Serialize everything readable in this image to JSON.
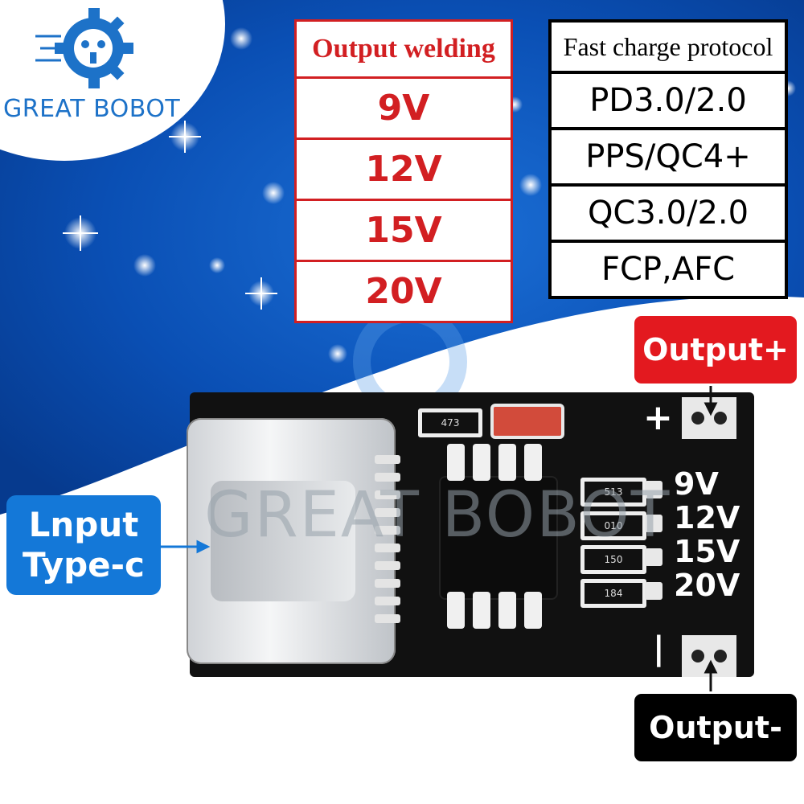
{
  "brand": {
    "name": "GREAT BOBOT",
    "logo_icon": "gear-robot-icon",
    "watermark": "GREAT BOBOT",
    "color": "#1d72c8"
  },
  "welding_table": {
    "header": "Output  welding",
    "voltages": [
      "9V",
      "12V",
      "15V",
      "20V"
    ],
    "color": "#d21f22"
  },
  "protocol_table": {
    "header": "Fast charge protocol",
    "protocols": [
      "PD3.0/2.0",
      "PPS/QC4+",
      "QC3.0/2.0",
      "FCP,AFC"
    ]
  },
  "callouts": {
    "output_plus": "Output+",
    "output_minus": "Output-",
    "input_line1": "Lnput",
    "input_line2": "Type-c"
  },
  "board": {
    "plus_mark": "+",
    "minus_mark": "|",
    "voltage_labels": [
      "9V",
      "12V",
      "15V",
      "20V"
    ],
    "resistor_codes": [
      "513",
      "010",
      "150",
      "184"
    ],
    "diode_code": "473"
  }
}
